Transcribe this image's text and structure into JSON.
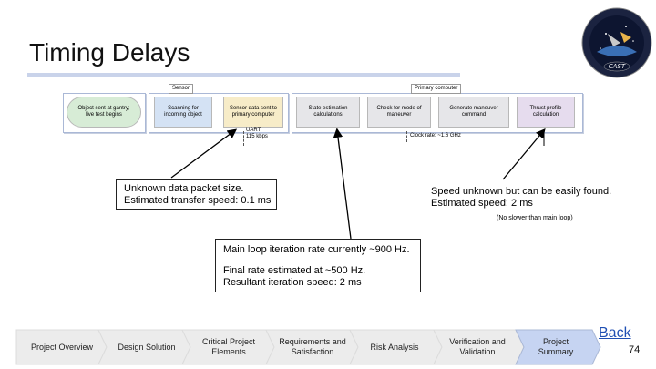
{
  "slide": {
    "title": "Timing Delays",
    "page_number": "74",
    "back_label": "Back"
  },
  "diagram": {
    "sensor_label": "Sensor",
    "primary_label": "Primary computer",
    "nodes": [
      {
        "line1": "Object sent at gantry;",
        "line2": "live test begins"
      },
      {
        "line1": "Scanning for",
        "line2": "incoming object"
      },
      {
        "line1": "Sensor data sent to",
        "line2": "primary computer"
      },
      {
        "line1": "State estimation",
        "line2": "calculations"
      },
      {
        "line1": "Check for mode of",
        "line2": "maneuver"
      },
      {
        "line1": "Generate maneuver",
        "line2": "command"
      },
      {
        "line1": "Thrust profile",
        "line2": "calculation"
      }
    ],
    "uart_line1": "UART",
    "uart_line2": "115 kbps",
    "clock_rate": "Clock rate: ~1.6 GHz"
  },
  "callouts": {
    "packet_line1": "Unknown data packet size.",
    "packet_line2": "Estimated transfer speed: 0.1 ms",
    "speed_line1": "Speed unknown but can be easily found.",
    "speed_line2": "Estimated speed: 2 ms",
    "speed_note": "(No slower than main loop)",
    "loop_line1": "Main loop iteration rate currently ~900 Hz.",
    "loop_line2": "Final rate estimated at ~500 Hz.",
    "loop_line3": "Resultant iteration speed: 2 ms"
  },
  "nav": [
    {
      "line1": "Project Overview",
      "line2": ""
    },
    {
      "line1": "Design Solution",
      "line2": ""
    },
    {
      "line1": "Critical Project",
      "line2": "Elements"
    },
    {
      "line1": "Requirements and",
      "line2": "Satisfaction"
    },
    {
      "line1": "Risk Analysis",
      "line2": ""
    },
    {
      "line1": "Verification and",
      "line2": "Validation"
    },
    {
      "line1": "Project",
      "line2": "Summary"
    }
  ],
  "colors": {
    "node_green": "#d7ecd6",
    "node_blue": "#d4e2f4",
    "node_yellow": "#f7ecc8",
    "node_gray": "#e6e6e9",
    "node_purple": "#e6dcee",
    "nav_active": "#c6d4f2",
    "nav_default": "#ececec"
  }
}
